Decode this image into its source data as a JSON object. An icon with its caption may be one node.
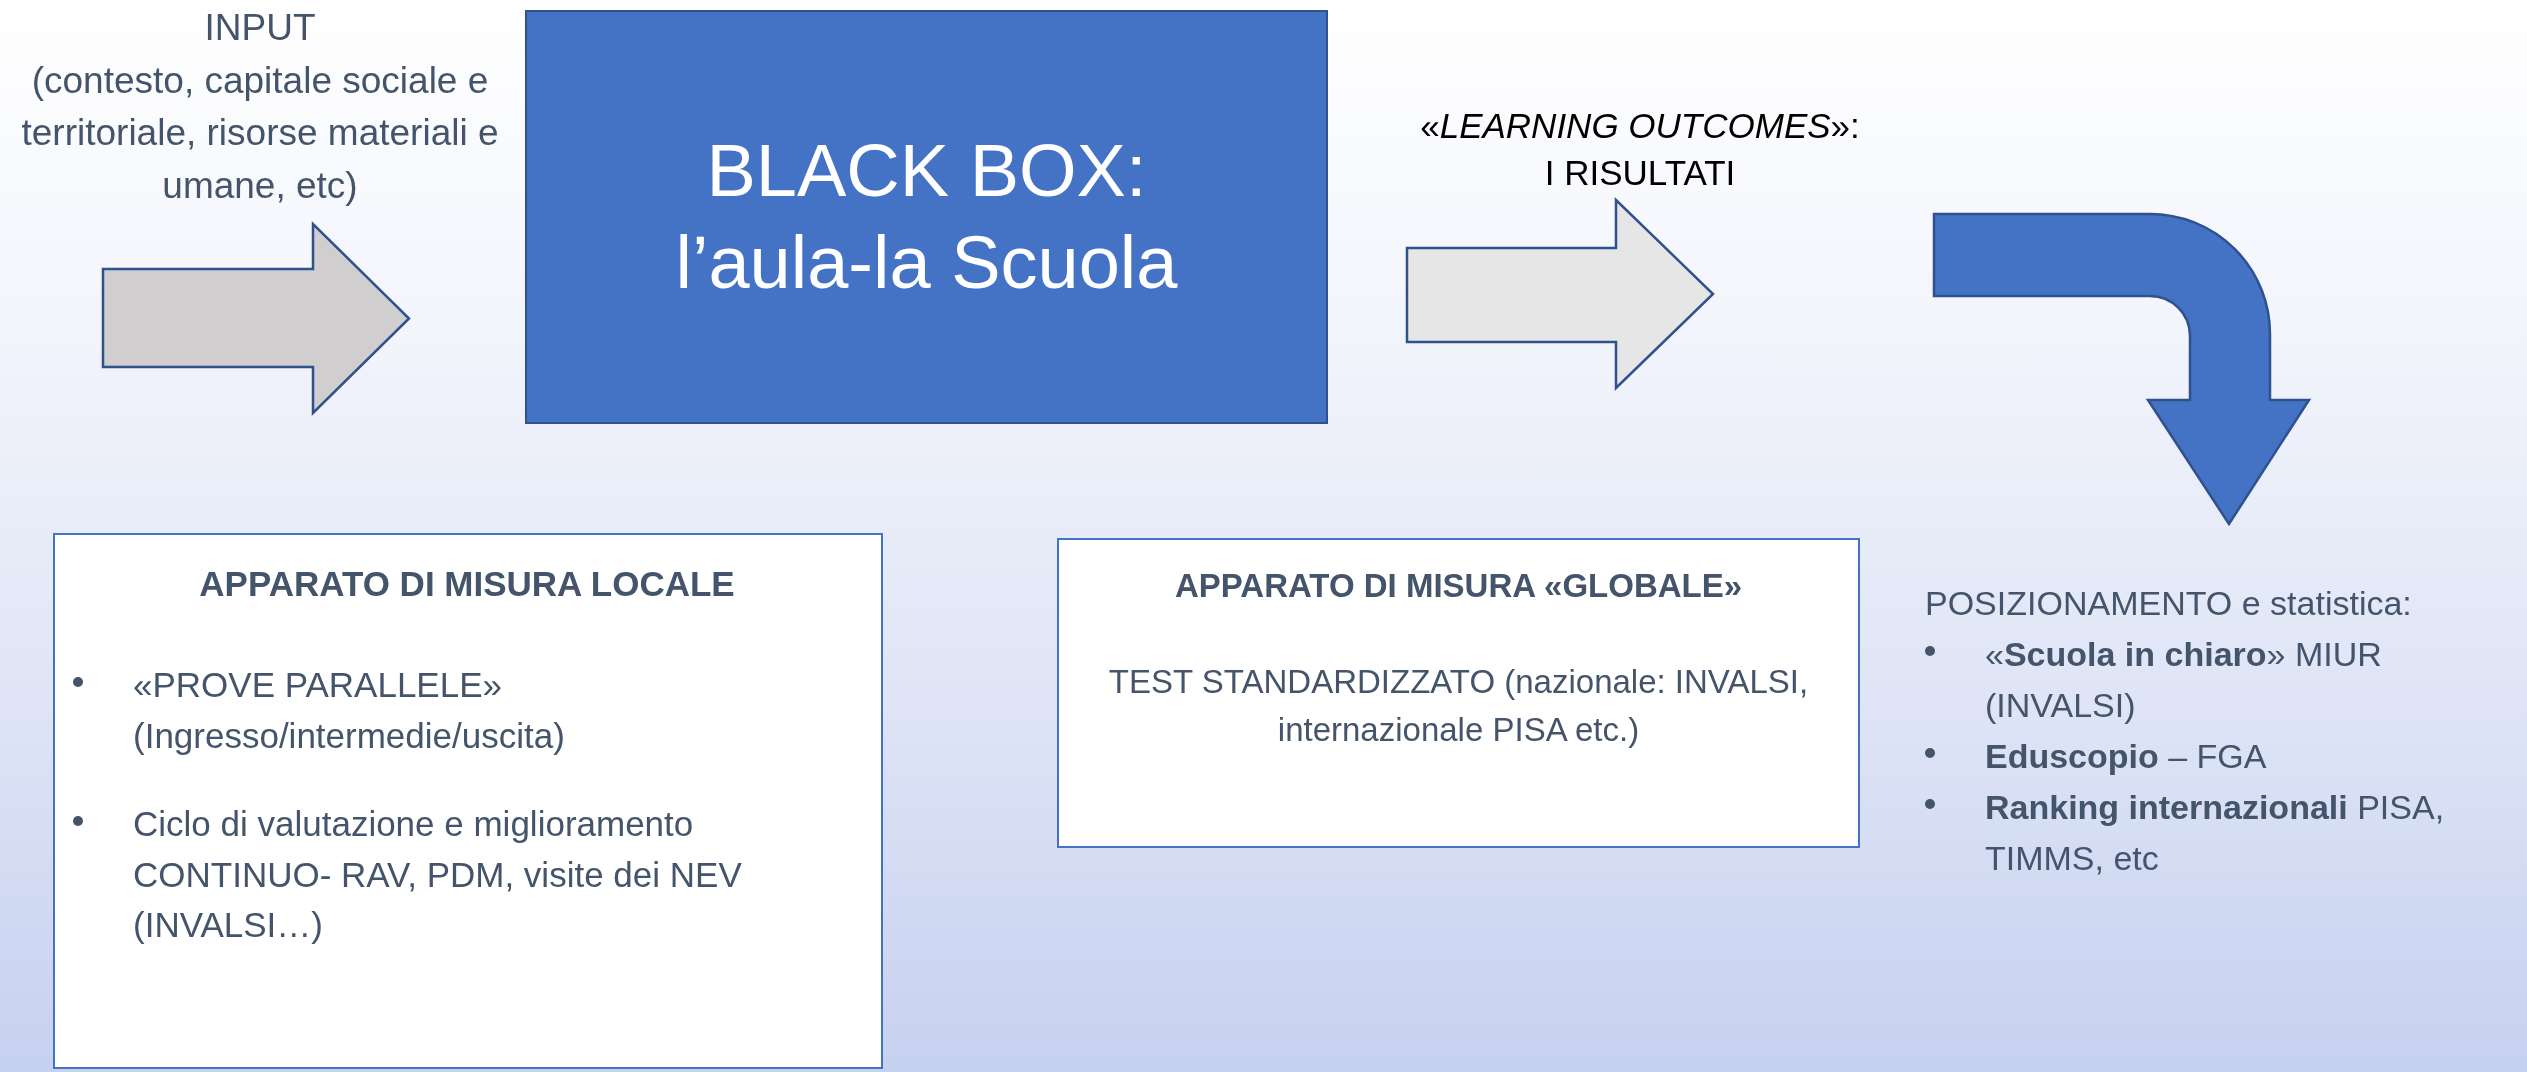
{
  "diagram": {
    "nodes": [
      {
        "text": [
          "INPUT",
          "(contesto, capitale sociale e territoriale, risorse materiali e umane, etc)"
        ]
      },
      {
        "text": [
          "BLACK BOX:",
          "l’aula-la Scuola"
        ]
      },
      {
        "text": [
          "«*LEARNING OUTCOMES*»:",
          "I RISULTATI"
        ]
      },
      {
        "text": [
          "APPARATO DI MISURA LOCALE",
          "«PROVE PARALLELE» (Ingresso/intermedie/uscita)",
          "Ciclo di valutazione e miglioramento CONTINUO-   RAV, PDM, visite dei NEV (INVALSI…)"
        ]
      },
      {
        "text": [
          "APPARATO DI MISURA «GLOBALE»",
          "TEST STANDARDIZZATO (nazionale: INVALSI, internazionale PISA etc.)"
        ]
      },
      {
        "text": [
          "POSIZIONAMENTO e statistica:",
          "«**Scuola in chiaro**» MIUR (INVALSI)",
          "**Eduscopio** – FGA",
          "**Ranking internazionali** PISA, TIMMS,  etc"
        ]
      }
    ],
    "edges": [
      {
        "from": 0,
        "to": 1,
        "arrow": "to"
      },
      {
        "from": 1,
        "to": 2,
        "arrow": "to"
      },
      {
        "from": 2,
        "to": 5,
        "arrow": "to",
        "color": "#4472c4"
      }
    ]
  }
}
